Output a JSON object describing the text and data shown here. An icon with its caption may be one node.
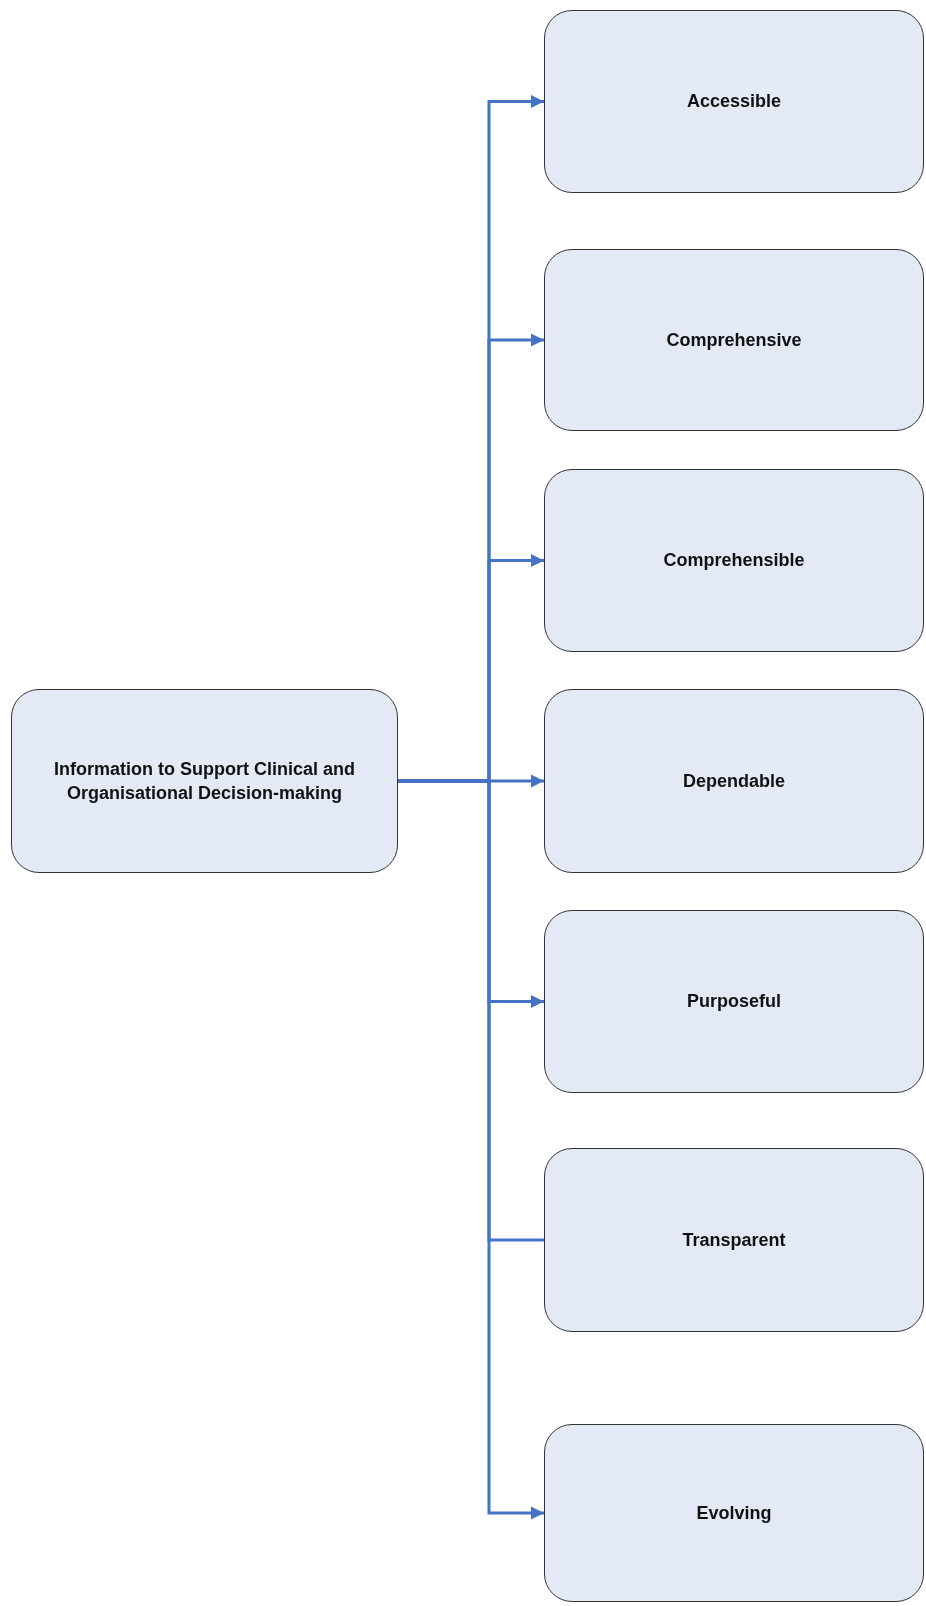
{
  "diagram": {
    "nodes": [
      {
        "text": [
          "Information to Support Clinical and Organisational Decision-making"
        ]
      },
      {
        "text": [
          "Accessible"
        ]
      },
      {
        "text": [
          "Comprehensive"
        ]
      },
      {
        "text": [
          "Comprehensible"
        ]
      },
      {
        "text": [
          "Dependable"
        ]
      },
      {
        "text": [
          "Purposeful"
        ]
      },
      {
        "text": [
          "Transparent"
        ]
      },
      {
        "text": [
          "Evolving"
        ]
      }
    ],
    "edges": [
      {
        "from": 0,
        "to": 1,
        "arrow": "to"
      },
      {
        "from": 0,
        "to": 2,
        "arrow": "to"
      },
      {
        "from": 0,
        "to": 3,
        "arrow": "to"
      },
      {
        "from": 0,
        "to": 4,
        "arrow": "to"
      },
      {
        "from": 0,
        "to": 5,
        "arrow": "to"
      },
      {
        "from": 0,
        "to": 6,
        "arrow": "none"
      },
      {
        "from": 0,
        "to": 7,
        "arrow": "to"
      }
    ]
  }
}
